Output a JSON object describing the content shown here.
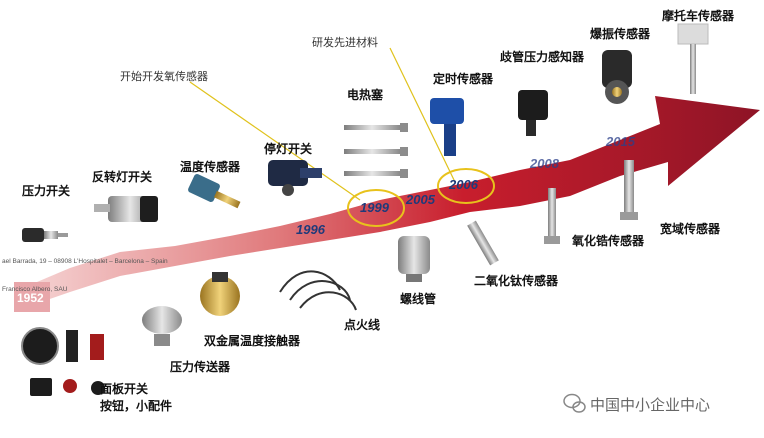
{
  "labels": {
    "pressure_switch": "压力开关",
    "reverse_light_switch": "反转灯开关",
    "temp_sensor": "温度传感器",
    "brake_light_switch": "停灯开关",
    "glow_plug": "电热塞",
    "timing_sensor": "定时传感器",
    "manifold_pressure": "歧管压力感知器",
    "knock_sensor": "爆振传感器",
    "motorcycle_sensor": "摩托车传感器",
    "wideband_sensor": "宽域传感器",
    "zirconia_o2": "氧化锆传感器",
    "titania_o2": "二氧化钛传感器",
    "solenoid": "螺线管",
    "ignition_wire": "点火线",
    "bimetal_contactor": "双金属温度接触器",
    "pressure_sender": "压力传送器",
    "panel_switch": "面板开关",
    "buttons_parts": "按钮，小配件"
  },
  "annotations": {
    "start_o2": "开始开发氧传感器",
    "advanced_materials": "研发先进材料"
  },
  "years": [
    "1952",
    "1996",
    "1999",
    "2005",
    "2006",
    "2008",
    "2015"
  ],
  "address_line1": "ael Barrada, 19 – 08908 L'Hospitalet – Barcelona – Spain",
  "address_line2": "Francisco Albero, SAU",
  "watermark": "中国中小企业中心",
  "colors": {
    "arrow_dark": "#8e1426",
    "arrow_mid": "#c81e2d",
    "arrow_light": "#f1c6c6",
    "circle": "#e8c21c",
    "year_text": "#1f3a7a"
  }
}
